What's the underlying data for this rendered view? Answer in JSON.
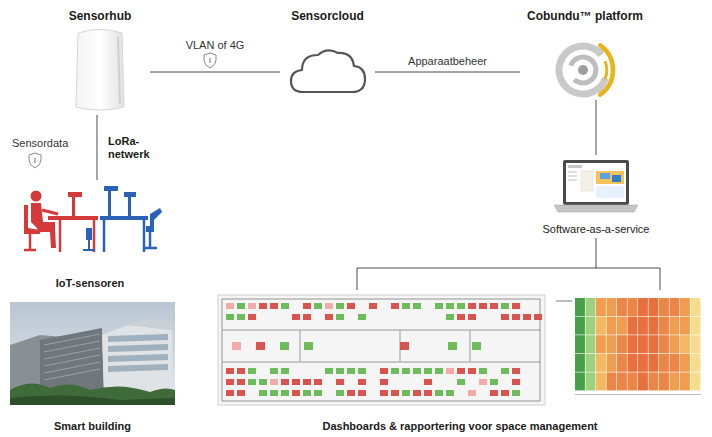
{
  "diagram": {
    "nodes": [
      {
        "text": [
          "Sensorhub"
        ]
      },
      {
        "text": [
          "Sensorcloud"
        ]
      },
      {
        "text": [
          "Cobundu™ platform"
        ]
      },
      {
        "text": [
          "Software-as-a-service"
        ]
      },
      {
        "text": [
          "IoT-sensoren"
        ]
      },
      {
        "text": [
          "Smart building"
        ]
      },
      {
        "text": [
          "Dashboards & rapportering voor space management"
        ]
      }
    ],
    "edges": [
      {
        "from": 0,
        "to": 1,
        "label": "VLAN of 4G",
        "arrow": "none"
      },
      {
        "from": 1,
        "to": 2,
        "label": "Apparaatbeheer",
        "arrow": "none"
      },
      {
        "from": 0,
        "to": 4,
        "label": "Sensordata",
        "arrow": "none"
      },
      {
        "from": 2,
        "to": 3,
        "arrow": "none"
      },
      {
        "from": 3,
        "to": 6,
        "arrow": "none"
      }
    ],
    "labels": [
      "LoRa-netwerk"
    ]
  }
}
